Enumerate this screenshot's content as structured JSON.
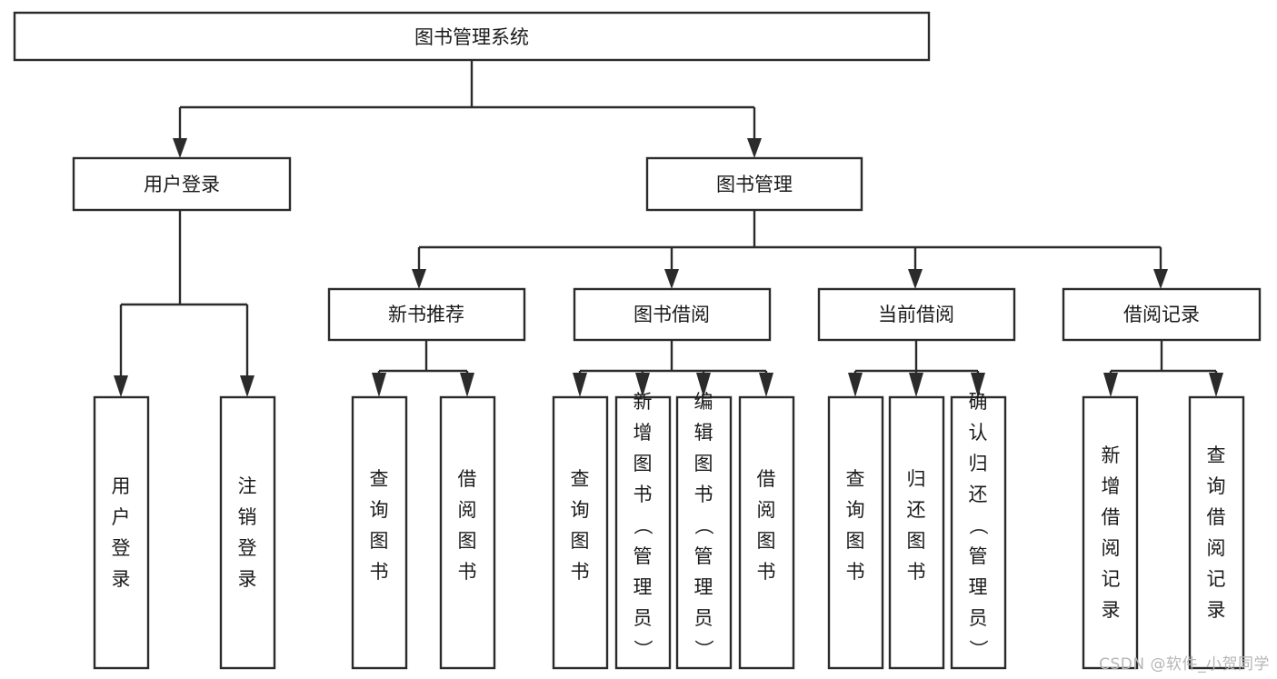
{
  "diagram": {
    "type": "hierarchy-tree",
    "orientation": "top-down",
    "root": {
      "id": "root",
      "label": "图书管理系统"
    },
    "level2": [
      {
        "id": "user-login",
        "label": "用户登录"
      },
      {
        "id": "book-manage",
        "label": "图书管理"
      }
    ],
    "level3": [
      {
        "id": "new-book-recommend",
        "label": "新书推荐",
        "parent": "book-manage"
      },
      {
        "id": "book-borrow",
        "label": "图书借阅",
        "parent": "book-manage"
      },
      {
        "id": "current-borrow",
        "label": "当前借阅",
        "parent": "book-manage"
      },
      {
        "id": "borrow-record",
        "label": "借阅记录",
        "parent": "book-manage"
      }
    ],
    "leaves": [
      {
        "id": "leaf-user-login",
        "label": "用户登录",
        "parent": "user-login"
      },
      {
        "id": "leaf-logout",
        "label": "注销登录",
        "parent": "user-login"
      },
      {
        "id": "leaf-query-book-1",
        "label": "查询图书",
        "parent": "new-book-recommend"
      },
      {
        "id": "leaf-borrow-book-1",
        "label": "借阅图书",
        "parent": "new-book-recommend"
      },
      {
        "id": "leaf-query-book-2",
        "label": "查询图书",
        "parent": "book-borrow"
      },
      {
        "id": "leaf-add-book",
        "label": "新增图书（管理员）",
        "parent": "book-borrow"
      },
      {
        "id": "leaf-edit-book",
        "label": "编辑图书（管理员）",
        "parent": "book-borrow"
      },
      {
        "id": "leaf-borrow-book-2",
        "label": "借阅图书",
        "parent": "book-borrow"
      },
      {
        "id": "leaf-query-book-3",
        "label": "查询图书",
        "parent": "current-borrow"
      },
      {
        "id": "leaf-return-book",
        "label": "归还图书",
        "parent": "current-borrow"
      },
      {
        "id": "leaf-confirm-return",
        "label": "确认归还（管理员）",
        "parent": "current-borrow"
      },
      {
        "id": "leaf-add-record",
        "label": "新增借阅记录",
        "parent": "borrow-record"
      },
      {
        "id": "leaf-query-record",
        "label": "查询借阅记录",
        "parent": "borrow-record"
      }
    ],
    "colors": {
      "stroke": "#2b2b2b",
      "fill": "#ffffff",
      "text": "#1a1a1a",
      "watermark": "#b6b6b6"
    }
  },
  "watermark": {
    "text": "CSDN @软件_小贺同学"
  }
}
